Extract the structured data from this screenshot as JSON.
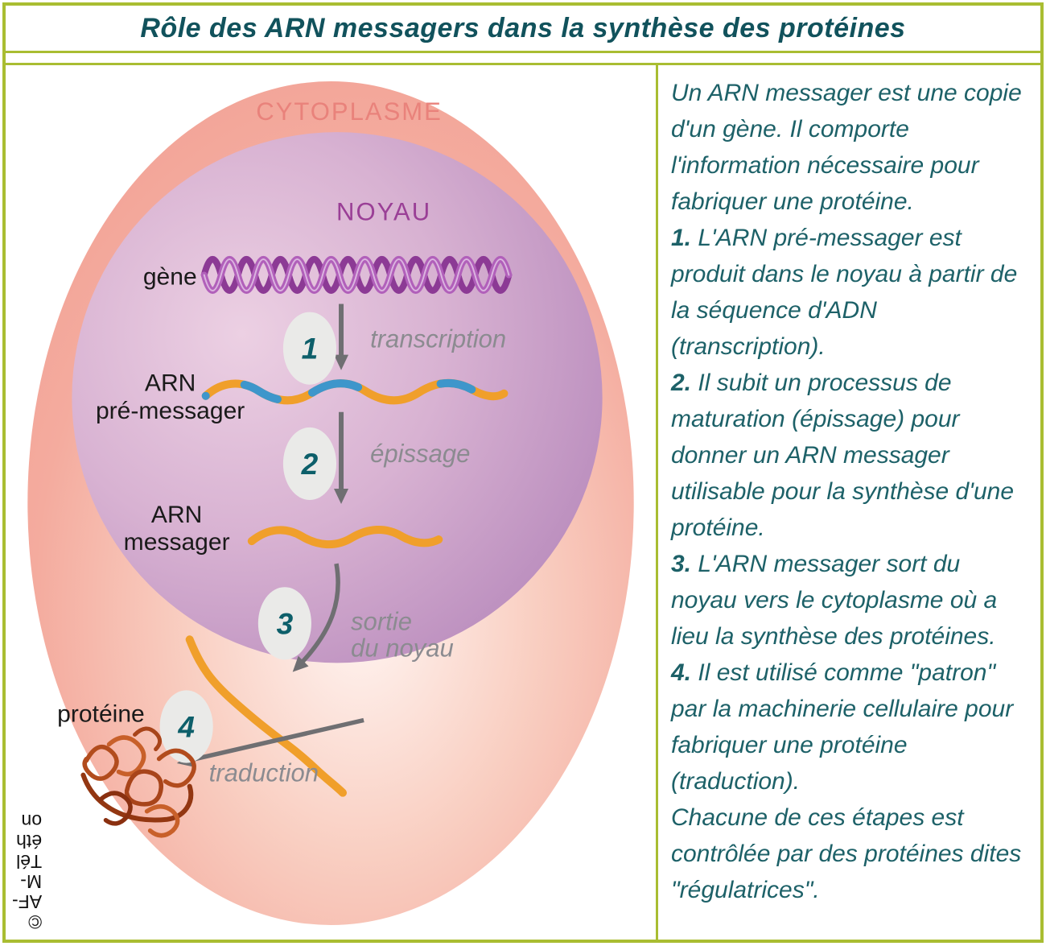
{
  "title": "Rôle des ARN messagers dans la synthèse des protéines",
  "diagram": {
    "cytoplasm_label": "CYTOPLASME",
    "nucleus_label": "NOYAU",
    "gene_label": "gène",
    "arn_pre_line1": "ARN",
    "arn_pre_line2": "pré-messager",
    "arn_line1": "ARN",
    "arn_line2": "messager",
    "protein_label": "protéine",
    "steps": [
      {
        "num": "1",
        "label": "transcription"
      },
      {
        "num": "2",
        "label": "épissage"
      },
      {
        "num": "3",
        "label": "sortie",
        "label2": "du noyau"
      },
      {
        "num": "4",
        "label": "traduction"
      }
    ],
    "copyright": {
      "full": "© AF-M-Téléthon",
      "lines": [
        "©",
        "AF-",
        "M-",
        "Tél",
        "éth",
        "on"
      ]
    }
  },
  "panel": {
    "paragraphs": [
      {
        "prefix": "",
        "text": "Un ARN messager est une copie d'un gène. Il comporte l'information nécessaire pour fabriquer une protéine."
      },
      {
        "prefix": "1.",
        "text": " L'ARN pré-messager est produit dans le noyau à partir de la séquence d'ADN (transcription)."
      },
      {
        "prefix": "2.",
        "text": " Il subit un processus de maturation (épissage) pour donner un ARN messager utilisable pour la synthèse d'une protéine."
      },
      {
        "prefix": "3.",
        "text": " L'ARN messager sort du noyau vers le cytoplasme où a lieu la synthèse des protéines."
      },
      {
        "prefix": "4.",
        "text": " Il est utilisé comme \"patron\" par la machinerie cellulaire pour fabriquer une protéine (traduction)."
      },
      {
        "prefix": "",
        "text": "Chacune de ces étapes est contrôlée par des protéines dites \"régulatrices\"."
      }
    ]
  },
  "colors": {
    "border_green": "#a9bd32",
    "title_teal": "#11525c",
    "panel_text_teal": "#1d6168",
    "cytoplasm_salmon": "#f3a79a",
    "cytoplasm_label_rose": "#e9827b",
    "nucleus_purple": "#b487ba",
    "nucleus_label_purple": "#9a3f96",
    "dna_purple": "#8c3a95",
    "rna_orange": "#f09f2b",
    "rna_blue": "#3e96cb",
    "step_label_gray": "#8b8b90",
    "badge_bg": "#eaeae8",
    "badge_number_teal": "#0d5f6a",
    "protein_rust": "#b24c1d",
    "arrow_gray": "#6f6f72",
    "black_label": "#1a1a1a"
  }
}
